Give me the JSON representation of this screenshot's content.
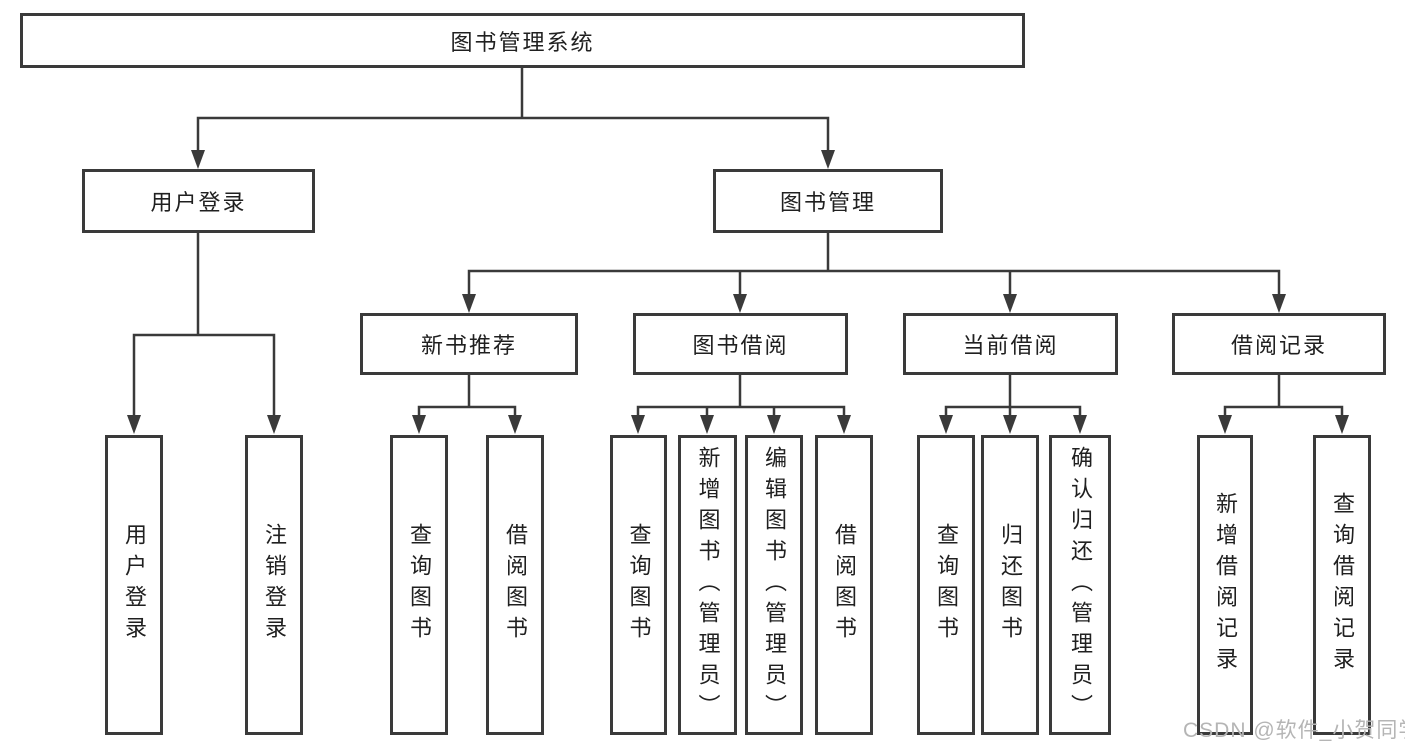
{
  "tree": {
    "root": "图书管理系统",
    "user_login": {
      "label": "用户登录",
      "children": [
        "用户登录",
        "注销登录"
      ]
    },
    "book_management": {
      "label": "图书管理",
      "modules": [
        {
          "label": "新书推荐",
          "children": [
            "查询图书",
            "借阅图书"
          ]
        },
        {
          "label": "图书借阅",
          "children": [
            "查询图书",
            "新增图书（管理员）",
            "编辑图书（管理员）",
            "借阅图书"
          ]
        },
        {
          "label": "当前借阅",
          "children": [
            "查询图书",
            "归还图书",
            "确认归还（管理员）"
          ]
        },
        {
          "label": "借阅记录",
          "children": [
            "新增借阅记录",
            "查询借阅记录"
          ]
        }
      ]
    }
  },
  "watermark": "CSDN @软件_小贺同学",
  "colors": {
    "line": "#3a3a3a",
    "text": "#202020",
    "watermark": "#b5b5b5",
    "background": "#ffffff"
  }
}
